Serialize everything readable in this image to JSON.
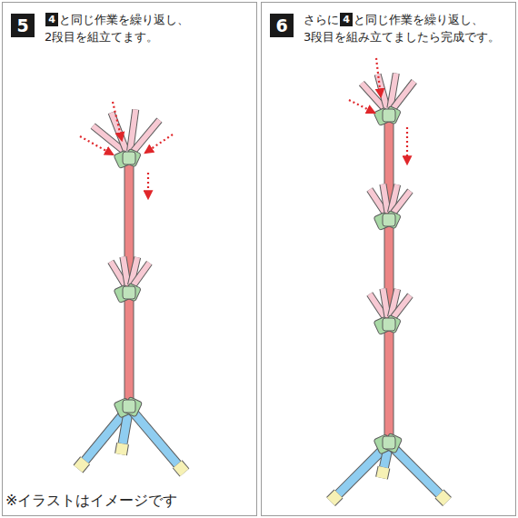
{
  "diagram": {
    "nodes": [
      {
        "text": [
          "5",
          "4",
          "と同じ作業を繰り返し、 2段目を組立てます。"
        ]
      },
      {
        "text": [
          "6",
          "さらに",
          "4",
          "と同じ作業を繰り返し、 3段目を組み立てましたら完成です。"
        ]
      }
    ],
    "labels": [
      "※イラストはイメージです"
    ]
  }
}
